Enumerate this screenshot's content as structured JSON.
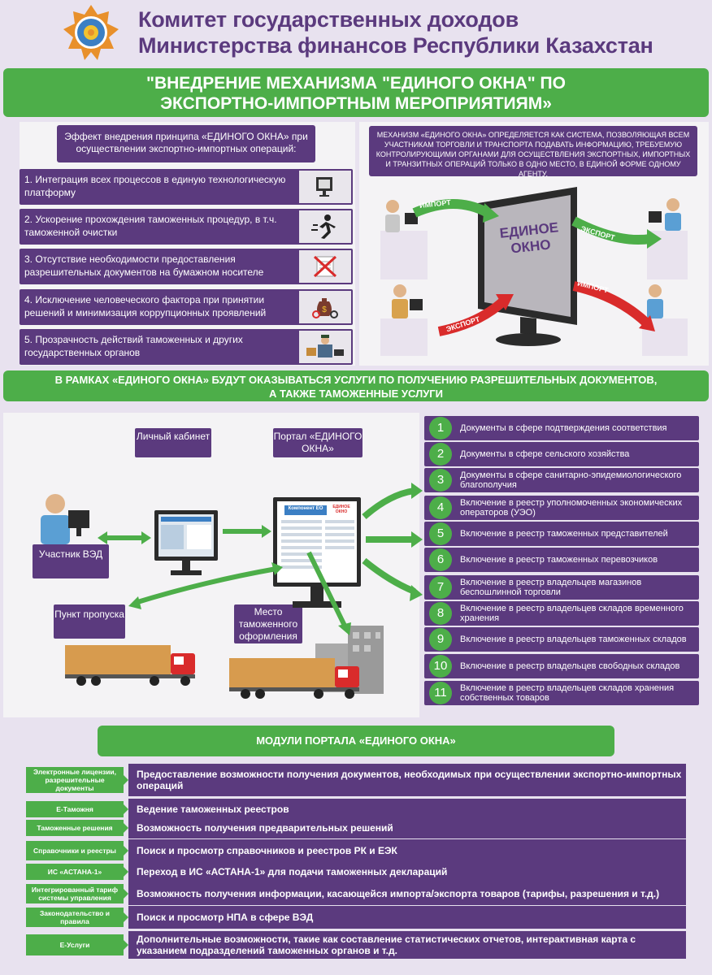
{
  "header": {
    "title_line1": "Комитет государственных доходов",
    "title_line2": "Министерства финансов Республики Казахстан"
  },
  "banner_title": {
    "line1": "\"ВНЕДРЕНИЕ МЕХАНИЗМА \"ЕДИНОГО ОКНА\" ПО",
    "line2": "ЭКСПОРТНО-ИМПОРТНЫМ МЕРОПРИЯТИЯМ»"
  },
  "effects": {
    "header": "Эффект внедрения принципа «ЕДИНОГО ОКНА» при осуществлении экспортно-импортных операций:",
    "items": [
      {
        "text": "1.     Интеграция всех процессов в единую технологическую платформу",
        "icon": "computer-icon"
      },
      {
        "text": "2.     Ускорение прохождения таможенных процедур, в т.ч. таможенной очистки",
        "icon": "running-man-icon"
      },
      {
        "text": "3.     Отсутствие необходимости предоставления разрешительных документов на бумажном носителе",
        "icon": "crossed-document-icon"
      },
      {
        "text": "4.     Исключение человеческого фактора при принятии решений и минимизация коррупционных проявлений",
        "icon": "money-handcuffs-icon"
      },
      {
        "text": "5.     Прозрачность действий таможенных и других государственных органов",
        "icon": "customs-officer-icon"
      }
    ]
  },
  "mechanism": {
    "description": "Механизм «Единого окна» определяется как система, позволяющая всем участникам торговли и транспорта подавать информацию, требуемую контролирующими органами для осуществления экспортных, импортных и транзитных операций только в одно место, в единой форме одному агенту.",
    "screen_text": "ЕДИНОЕ ОКНО",
    "arrow_import_1": "ИМПОРТ",
    "arrow_export_1": "ЭКСПОРТ",
    "arrow_import_2": "ИМПОРТ",
    "arrow_export_2": "ЭКСПОРТ"
  },
  "banner_services": {
    "line1": "В РАМКАХ «ЕДИНОГО ОКНА» БУДУТ ОКАЗЫВАТЬСЯ УСЛУГИ ПО ПОЛУЧЕНИЮ РАЗРЕШИТЕЛЬНЫХ ДОКУМЕНТОВ,",
    "line2": "А ТАКЖЕ ТАМОЖЕННЫЕ УСЛУГИ"
  },
  "diagram": {
    "personal_cabinet": "Личный кабинет",
    "portal": "Портал «ЕДИНОГО ОКНА»",
    "participant": "Участник ВЭД",
    "checkpoint": "Пункт пропуска",
    "clearance_place": "Место таможенного оформления",
    "component_label": "Компонент ЕО",
    "portal_logo": "ЕДИНОЕ ОКНО"
  },
  "services": [
    {
      "num": "1",
      "text": "Документы в сфере подтверждения соответствия"
    },
    {
      "num": "2",
      "text": "Документы в сфере сельского хозяйства"
    },
    {
      "num": "3",
      "text": "Документы в сфере санитарно-эпидемиологического благополучия"
    },
    {
      "num": "4",
      "text": "Включение в реестр уполномоченных экономических операторов (УЭО)"
    },
    {
      "num": "5",
      "text": "Включение в реестр таможенных представителей"
    },
    {
      "num": "6",
      "text": "Включение в реестр таможенных перевозчиков"
    },
    {
      "num": "7",
      "text": "Включение в реестр владельцев магазинов беспошлинной торговли"
    },
    {
      "num": "8",
      "text": "Включение в реестр владельцев складов временного хранения"
    },
    {
      "num": "9",
      "text": "Включение в реестр владельцев таможенных складов"
    },
    {
      "num": "10",
      "text": "Включение в реестр  владельцев свободных складов"
    },
    {
      "num": "11",
      "text": "Включение в реестр владельцев складов хранения собственных товаров"
    }
  ],
  "modules": {
    "title": "МОДУЛИ ПОРТАЛА «ЕДИНОГО ОКНА»",
    "rows": [
      {
        "label": "Электронные лицензии, разрешительные документы",
        "desc": "Предоставление возможности получения документов, необходимых при осуществлении экспортно-импортных операций"
      },
      {
        "label": "Е-Таможня",
        "desc": "Ведение таможенных реестров"
      },
      {
        "label": "Таможенные решения",
        "desc": "Возможность получения предварительных решений"
      },
      {
        "label": "Справочники и реестры",
        "desc": "Поиск и просмотр справочников и реестров РК и ЕЭК"
      },
      {
        "label": "ИС «АСТАНА-1»",
        "desc": "Переход в ИС «АСТАНА-1» для подачи таможенных деклараций"
      },
      {
        "label": "Интегрированный тариф системы управления",
        "desc": "Возможность получения информации, касающейся импорта/экспорта товаров (тарифы, разрешения и т.д.)"
      },
      {
        "label": "Законодательство и правила",
        "desc": "Поиск и просмотр НПА в сфере ВЭД"
      },
      {
        "label": "Е-Услуги",
        "desc": "Дополнительные возможности, такие как составление статистических отчетов, интерактивная карта с указанием подразделений таможенных органов и т.д."
      }
    ]
  },
  "colors": {
    "purple": "#5b3a7e",
    "green": "#4dae49",
    "red": "#d92b2b",
    "background": "#e8e2ef"
  }
}
